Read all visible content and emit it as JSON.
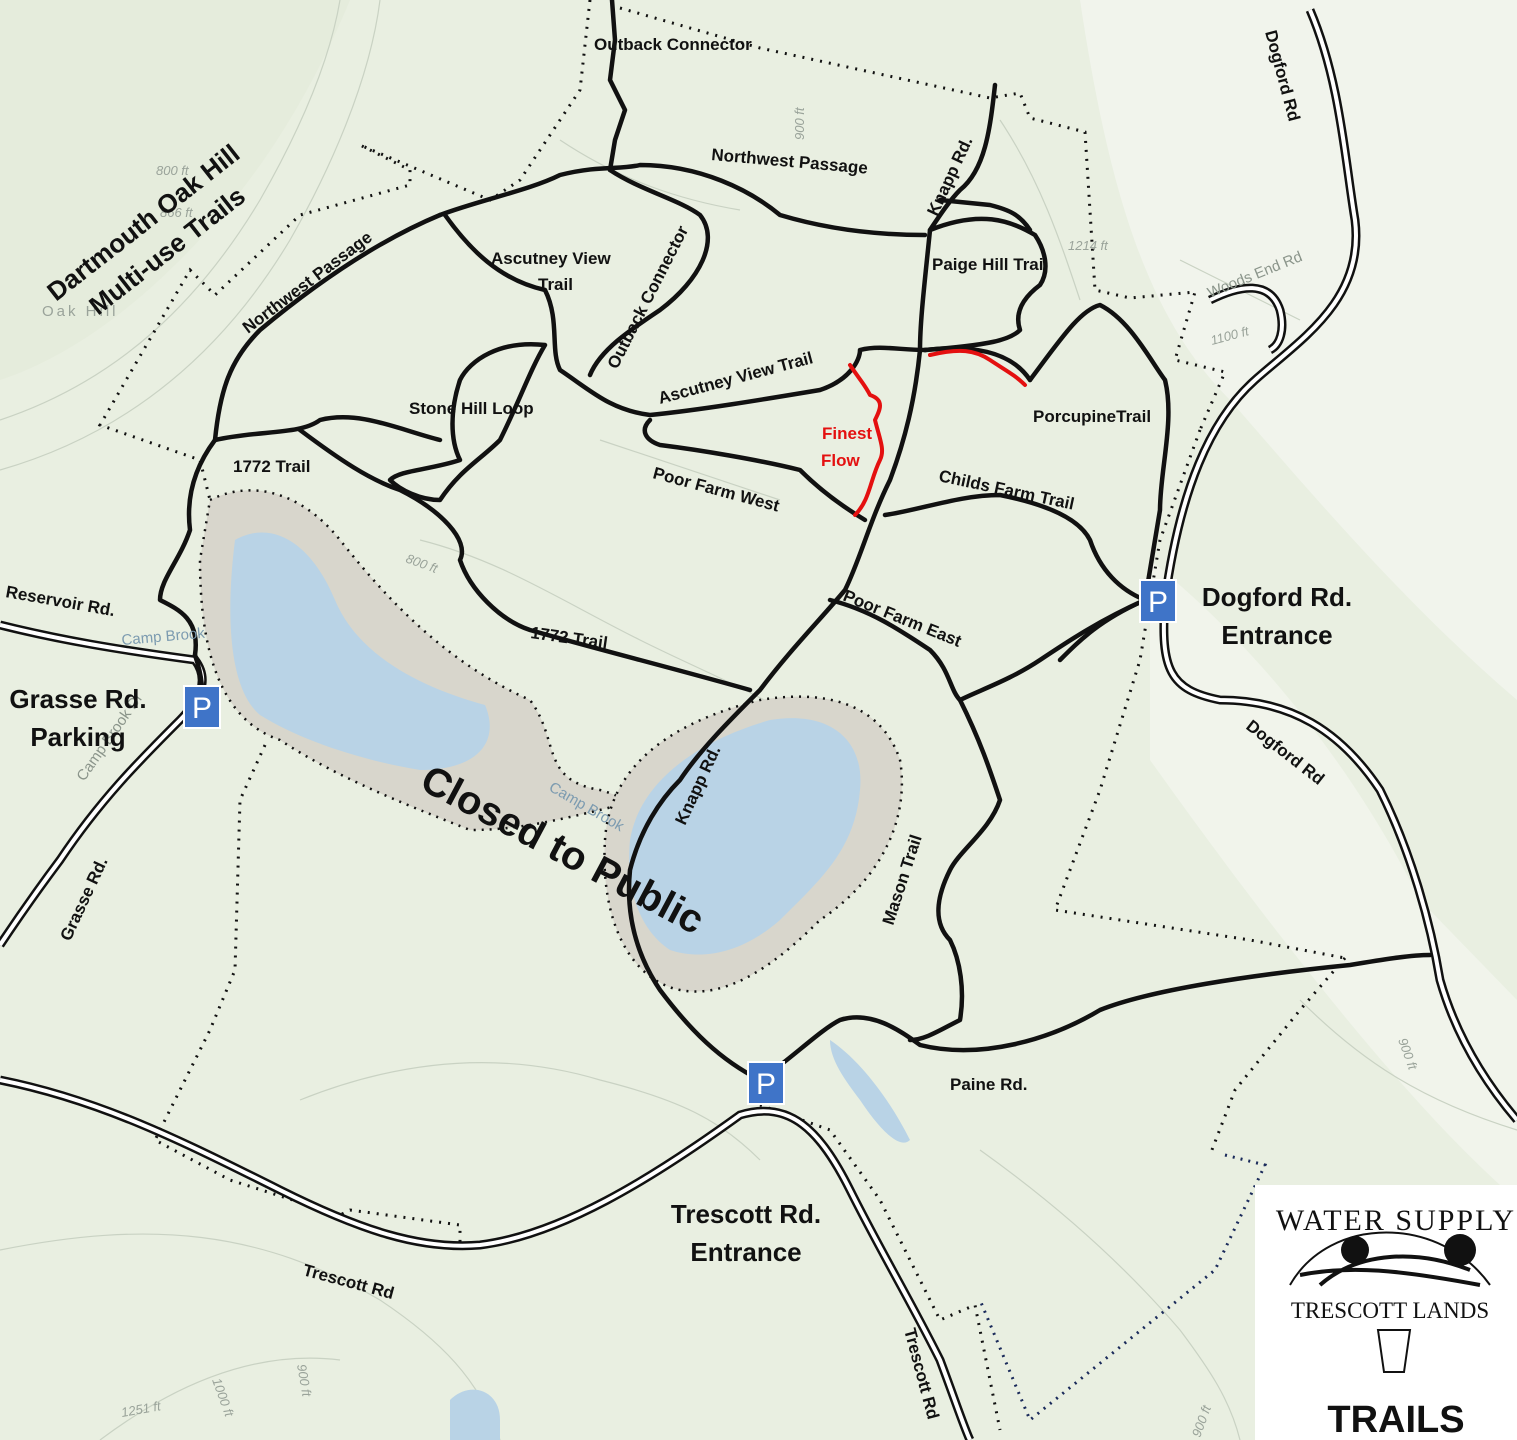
{
  "map": {
    "title_lines": [
      "Dartmouth Oak Hill",
      "Multi-use Trails"
    ],
    "closed_label": "Closed to Public",
    "hill_label": "Oak Hill",
    "brook_labels": [
      "Camp Brook",
      "Camp Brook"
    ],
    "elevations": [
      "800 ft",
      "866 ft",
      "900 ft",
      "1214 ft",
      "1100 ft",
      "800 ft",
      "900 ft",
      "900 ft",
      "1000 ft",
      "1251 ft",
      "900 ft"
    ]
  },
  "trails": {
    "outback_connector_top": "Outback Connector",
    "northwest_passage_top": "Northwest Passage",
    "northwest_passage_left": "Northwest Passage",
    "knapp_rd_north": "Knapp Rd.",
    "knapp_rd_south": "Knapp Rd.",
    "ascutney_view_trail_top": "Ascutney View",
    "ascutney_view_trail_top2": "Trail",
    "outback_connector_mid": "Outback Connector",
    "paige_hill_trail": "Paige Hill Trail",
    "ascutney_view_trail": "Ascutney View Trail",
    "stone_hill_loop": "Stone Hill Loop",
    "porcupine_trail": "PorcupineTrail",
    "finest_flow_1": "Finest",
    "finest_flow_2": "Flow",
    "trail_1772_upper": "1772 Trail",
    "poor_farm_west": "Poor Farm West",
    "childs_farm_trail": "Childs Farm Trail",
    "trail_1772_lower": "1772 Trail",
    "poor_farm_east": "Poor Farm East",
    "mason_trail": "Mason Trail"
  },
  "roads": {
    "dogford_rd_top": "Dogford Rd",
    "woods_end_rd": "Woods End Rd",
    "reservoir_rd": "Reservoir Rd.",
    "camp_brook_dr": "Camp Brook Dr",
    "grasse_rd": "Grasse Rd.",
    "dogford_rd_mid": "Dogford Rd",
    "paine_rd": "Paine Rd.",
    "trescott_rd_west": "Trescott Rd",
    "trescott_rd_south": "Trescott Rd"
  },
  "entrances": {
    "parking_symbol": "P",
    "grasse_line1": "Grasse Rd.",
    "grasse_line2": "Parking",
    "dogford_line1": "Dogford Rd.",
    "dogford_line2": "Entrance",
    "trescott_line1": "Trescott Rd.",
    "trescott_line2": "Entrance"
  },
  "logo": {
    "top_text": "WATER SUPPLY",
    "mid_text": "TRESCOTT LANDS",
    "bottom_text": "TRAILS"
  },
  "colors": {
    "land": "#e9efe1",
    "water": "#b9d3e6",
    "shore": "#d8d6cc",
    "trail": "#111111",
    "finest_flow": "#e41010",
    "parking": "#3f74c8"
  }
}
